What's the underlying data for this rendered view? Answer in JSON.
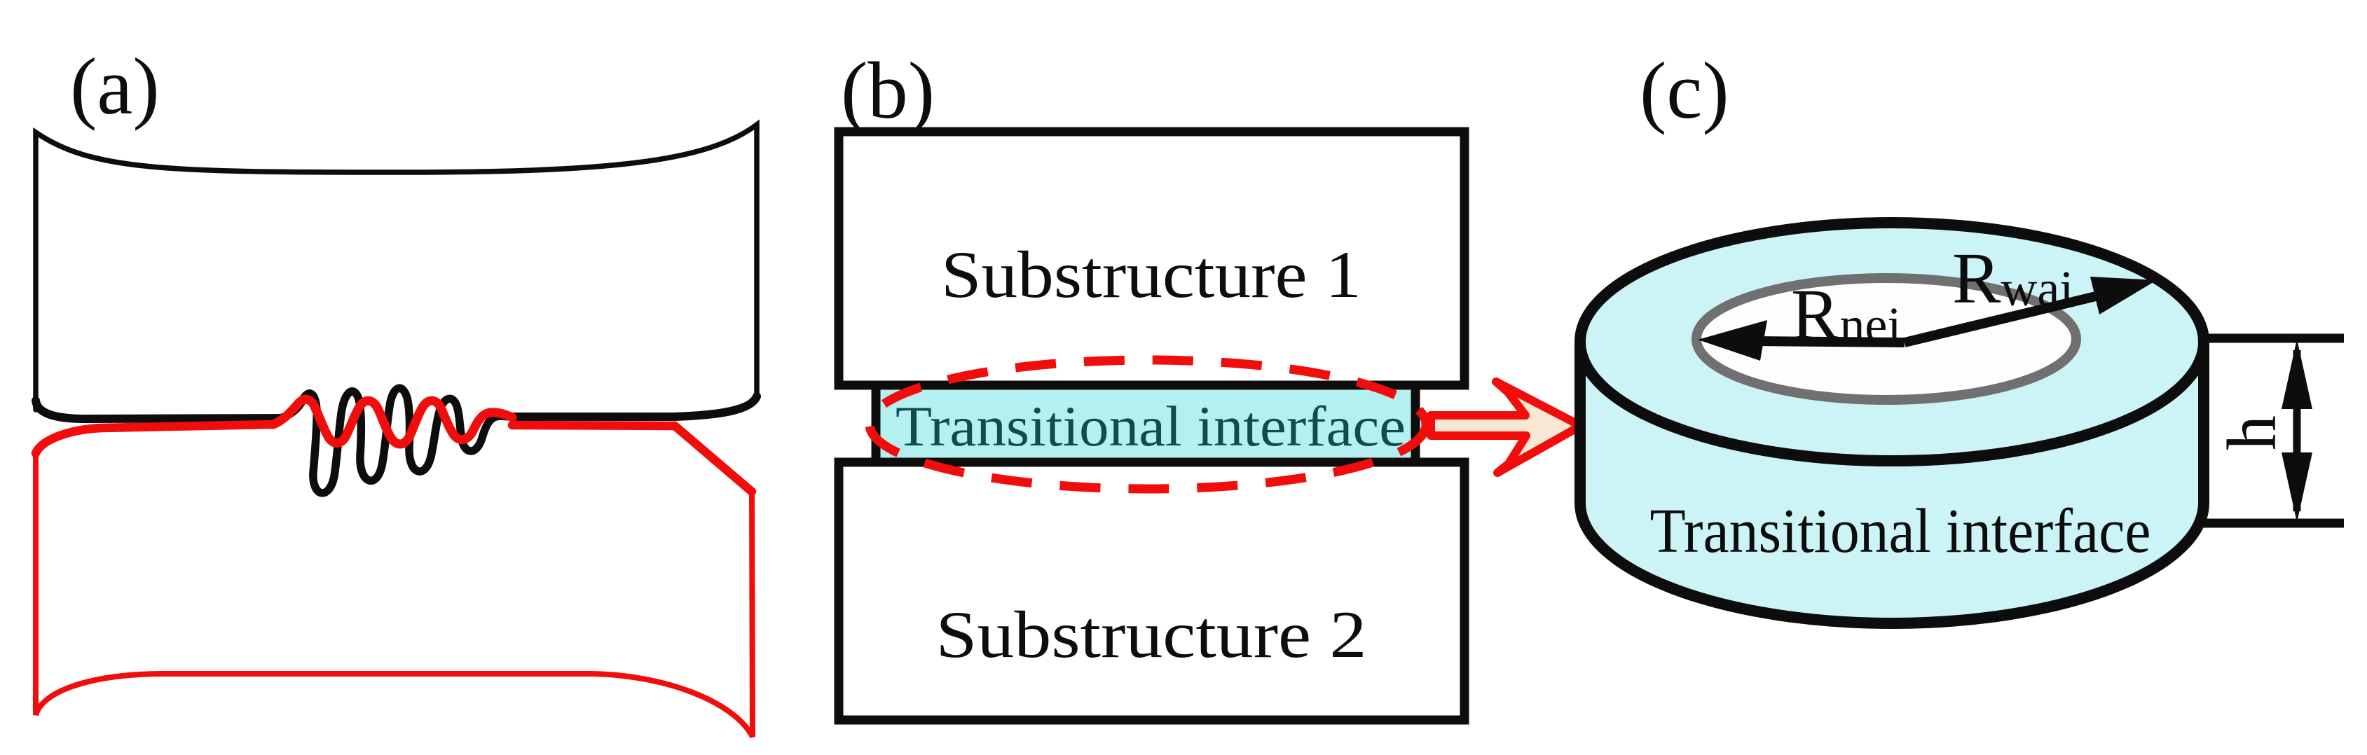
{
  "colors": {
    "black": "#0d0d0d",
    "red": "#f20d0d",
    "interface_cyan": "#b5f0f0",
    "cylinder_cyan": "#ccf4f6",
    "teal_text": "#0e4d4d",
    "arrow_peach": "#f8e7d2",
    "inner_ring_gray": "#707070",
    "background": "#ffffff"
  },
  "panel_a": {
    "label": "(a)"
  },
  "panel_b": {
    "label": "(b)",
    "substructure_1": "Substructure 1",
    "substructure_2": "Substructure 2",
    "interface": "Transitional interface"
  },
  "panel_c": {
    "label": "(c)",
    "interface": "Transitional interface",
    "r_outer": {
      "base": "R",
      "sub": "wai"
    },
    "r_inner": {
      "base": "R",
      "sub": "nei"
    },
    "height": "h"
  }
}
